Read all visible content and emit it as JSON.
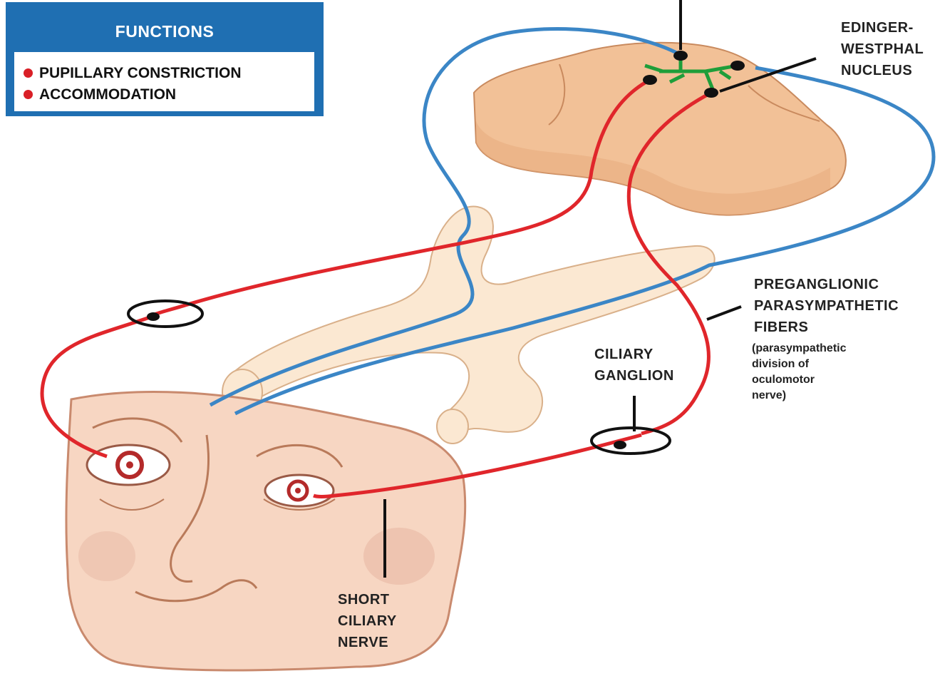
{
  "legend": {
    "title": "FUNCTIONS",
    "items": [
      "PUPILLARY CONSTRICTION",
      "ACCOMMODATION"
    ],
    "dot_color": "#d91f26",
    "box_color": "#1f6fb2"
  },
  "labels": {
    "edinger_westphal": [
      "EDINGER-",
      "WESTPHAL",
      "NUCLEUS"
    ],
    "preganglionic": [
      "PREGANGLIONIC",
      "PARASYMPATHETIC",
      "FIBERS"
    ],
    "preganglionic_note": [
      "(parasympathetic",
      "division of",
      "oculomotor",
      "nerve)"
    ],
    "ciliary_ganglion": [
      "CILIARY",
      "GANGLION"
    ],
    "short_ciliary_nerve": [
      "SHORT",
      "CILIARY",
      "NERVE"
    ]
  },
  "colors": {
    "nerve_red": "#e0262b",
    "nerve_blue": "#3b86c6",
    "interneuron_green": "#1f9e3a",
    "brainstem": "#f5c9a0",
    "optic_tract": "#fbe8d2",
    "skin": "#f5d7c3"
  }
}
